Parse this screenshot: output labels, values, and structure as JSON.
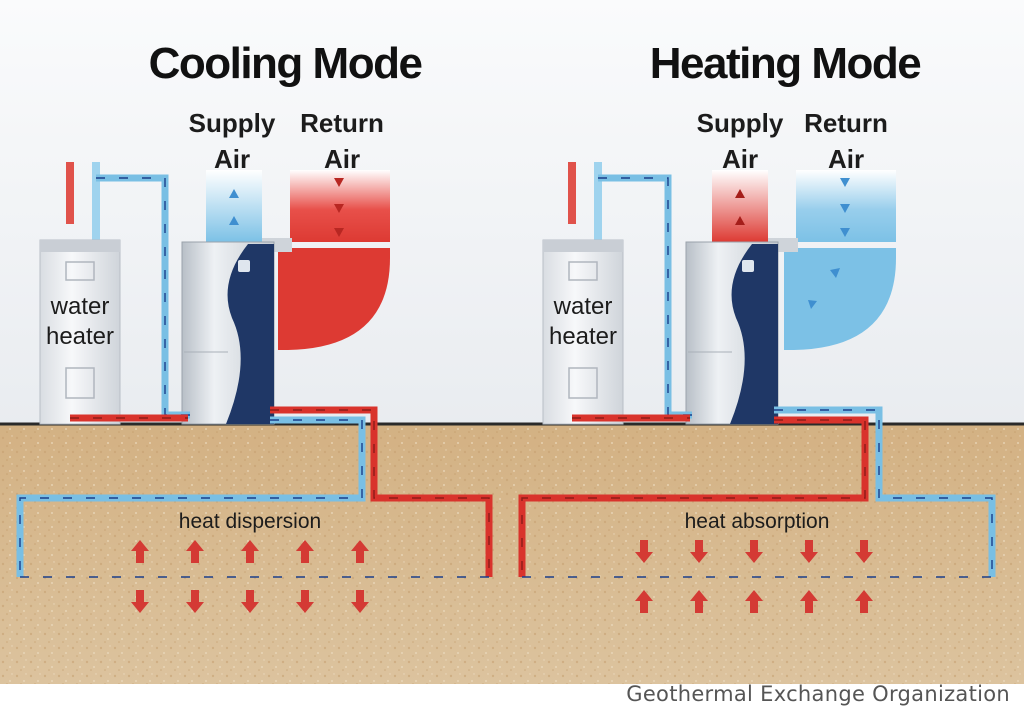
{
  "credit": "Geothermal Exchange Organization",
  "colors": {
    "hot": "#d9332c",
    "cold": "#79bfe4",
    "ground": "#d6b58a",
    "sky": "#f1f3f6",
    "unit_dark": "#1f3766"
  },
  "panels": [
    {
      "title": "Cooling Mode",
      "supply_air": {
        "line1": "Supply",
        "line2": "Air",
        "color": "cold",
        "direction": "up"
      },
      "return_air": {
        "line1": "Return",
        "line2": "Air",
        "color": "hot",
        "direction": "down"
      },
      "water_heater": {
        "line1": "water",
        "line2": "heater"
      },
      "process_label": "heat dispersion",
      "ground_arrows": "outward"
    },
    {
      "title": "Heating Mode",
      "supply_air": {
        "line1": "Supply",
        "line2": "Air",
        "color": "hot",
        "direction": "up"
      },
      "return_air": {
        "line1": "Return",
        "line2": "Air",
        "color": "cold",
        "direction": "down"
      },
      "water_heater": {
        "line1": "water",
        "line2": "heater"
      },
      "process_label": "heat absorption",
      "ground_arrows": "inward"
    }
  ]
}
